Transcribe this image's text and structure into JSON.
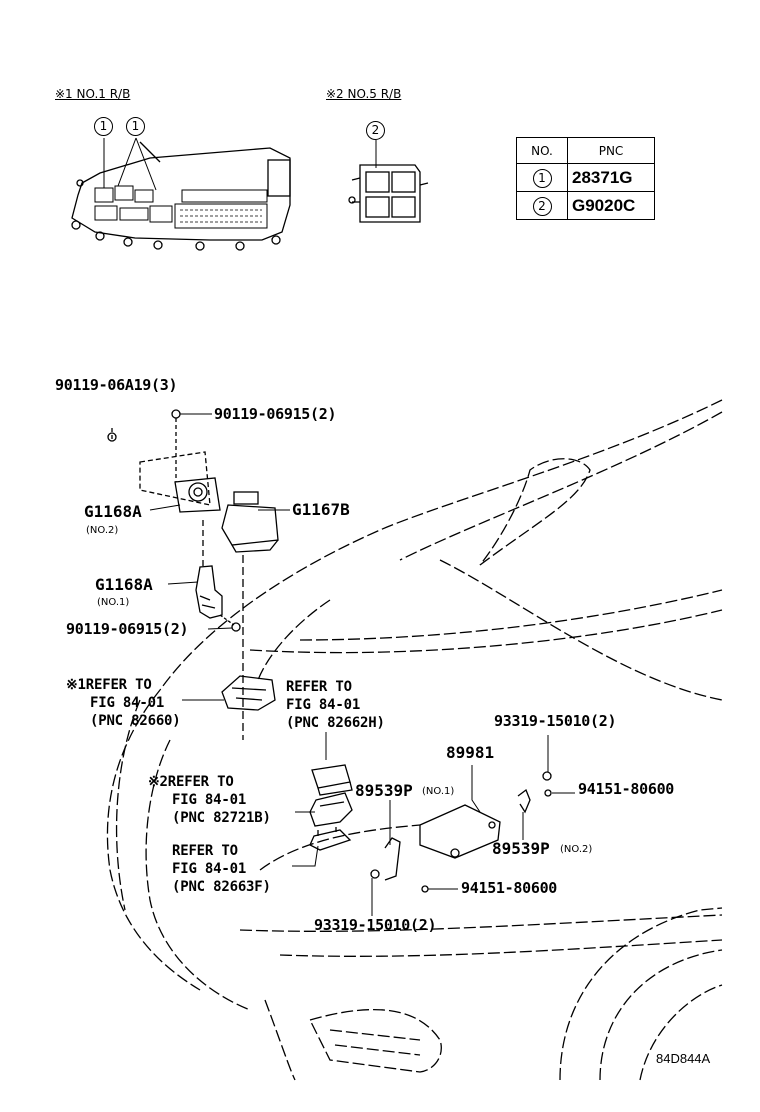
{
  "headers": {
    "rb1": "※1  NO.1 R/B",
    "rb5": "※2  NO.5 R/B"
  },
  "callouts": {
    "one": "1",
    "two": "2"
  },
  "pnc_table": {
    "header_no": "NO.",
    "header_pnc": "PNC",
    "rows": [
      {
        "no": "1",
        "pnc": "28371G"
      },
      {
        "no": "2",
        "pnc": "G9020C"
      }
    ]
  },
  "parts": {
    "p1": "90119-06A19(3)",
    "p2": "90119-06915(2)",
    "p3": "G1168A",
    "p3_sub": "(NO.2)",
    "p4": "G1167B",
    "p5": "G1168A",
    "p5_sub": "(NO.1)",
    "p6": "90119-06915(2)",
    "p7": "93319-15010(2)",
    "p8": "89981",
    "p9": "89539P",
    "p9_sub": "(NO.1)",
    "p10": "94151-80600",
    "p11": "89539P",
    "p11_sub": "(NO.2)",
    "p12": "94151-80600",
    "p13": "93319-15010(2)"
  },
  "references": {
    "r1": [
      "※1REFER TO",
      "FIG 84-01",
      "(PNC 82660)"
    ],
    "r2": [
      "REFER TO",
      "FIG 84-01",
      "(PNC 82662H)"
    ],
    "r3": [
      "※2REFER TO",
      "FIG 84-01",
      "(PNC 82721B)"
    ],
    "r4": [
      "REFER TO",
      "FIG 84-01",
      "(PNC 82663F)"
    ]
  },
  "figure_code": "84D844A"
}
